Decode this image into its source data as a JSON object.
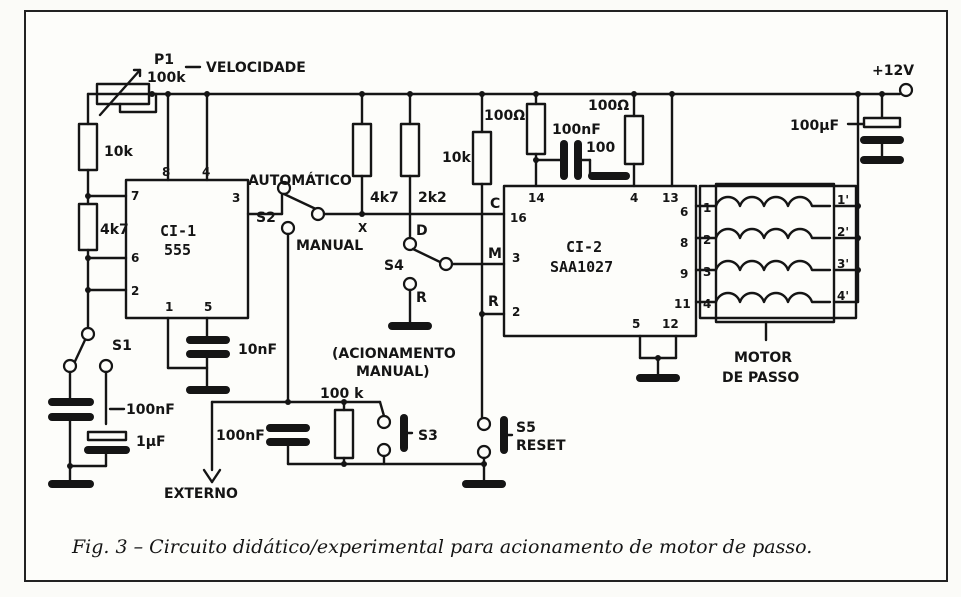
{
  "caption": "Fig. 3 – Circuito didático/experimental para acionamento de motor de passo.",
  "components": {
    "p1_name": "P1",
    "p1_value": "100k",
    "p1_function": "VELOCIDADE",
    "supply": "+12V",
    "r_10k_left": "10k",
    "r_4k7_left": "4k7",
    "r_4k7_mid": "4k7",
    "r_2k2": "2k2",
    "r_10k_mid": "10k",
    "r_100ohm_a": "100Ω",
    "r_100ohm_b": "100Ω",
    "c_100nf_top": "100nF",
    "c_100_top": "100",
    "c_100uf": "100µF",
    "c_10nf": "10nF",
    "c_100nf_left": "100nF",
    "c_1uf": "1µF",
    "c_100nf_ext": "100nF",
    "r_100k_ext": "100 k",
    "ext_label": "EXTERNO",
    "ci1_name": "CI-1",
    "ci1_part": "555",
    "ci2_name": "CI-2",
    "ci2_part": "SAA1027",
    "s1": "S1",
    "s2": "S2",
    "s3": "S3",
    "s4": "S4",
    "s5": "S5",
    "reset": "RESET",
    "automatico": "AUTOMÁTICO",
    "manual": "MANUAL",
    "acionamento_1": "(ACIONAMENTO",
    "acionamento_2": "MANUAL)",
    "motor_1": "MOTOR",
    "motor_2": "DE PASSO",
    "x": "X",
    "d": "D",
    "r": "R",
    "c": "C",
    "m": "M",
    "r_pin": "R"
  },
  "ci1_pins": [
    "8",
    "4",
    "7",
    "6",
    "2",
    "3",
    "1",
    "5"
  ],
  "ci2_pins": [
    "14",
    "4",
    "13",
    "16",
    "3",
    "2",
    "6",
    "8",
    "9",
    "11",
    "5",
    "12"
  ],
  "motor_coils_left": [
    "1",
    "2",
    "3",
    "4"
  ],
  "motor_coils_right": [
    "1'",
    "2'",
    "3'",
    "4'"
  ]
}
